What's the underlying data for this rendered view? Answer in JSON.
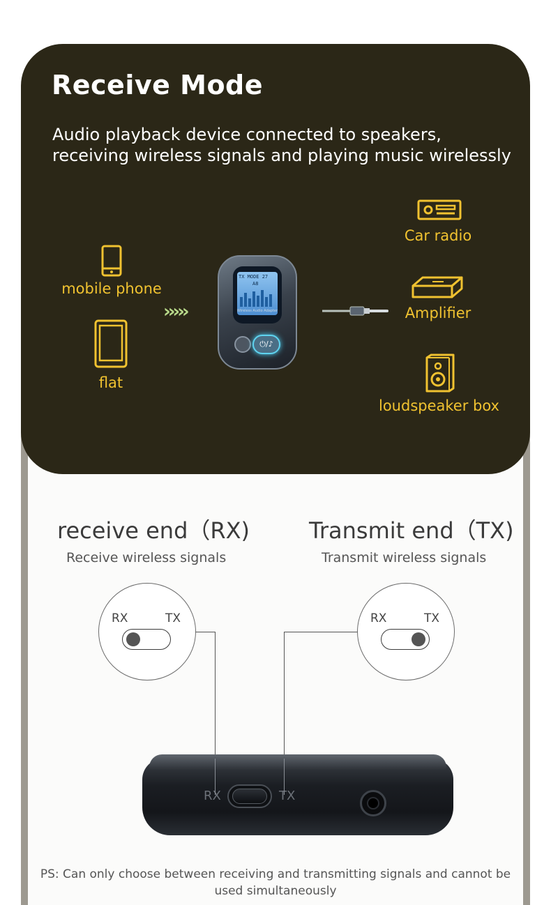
{
  "header": {
    "title": "Receive Mode",
    "description": "Audio playback device connected to speakers, receiving wireless signals and playing music wirelessly"
  },
  "sources": [
    {
      "label": "mobile phone",
      "icon": "mobile-phone-icon"
    },
    {
      "label": "flat",
      "icon": "tablet-icon"
    }
  ],
  "outputs": [
    {
      "label": "Car radio",
      "icon": "car-radio-icon"
    },
    {
      "label": "Amplifier",
      "icon": "amplifier-icon"
    },
    {
      "label": "loudspeaker box",
      "icon": "speaker-icon"
    }
  ],
  "arrows": "›››››",
  "device": {
    "lcd_line1": "TX MODE 27",
    "lcd_line2": "A8",
    "brand_text": "Wireless Audio Adapter",
    "button_glyph": "⏻/♪"
  },
  "modes": {
    "rx": {
      "title": "receive end（RX)",
      "subtitle": "Receive wireless signals"
    },
    "tx": {
      "title": "Transmit end（TX)",
      "subtitle": "Transmit wireless signals"
    }
  },
  "switch": {
    "left_label": "RX",
    "right_label": "TX"
  },
  "product": {
    "rx_label": "RX",
    "tx_label": "TX"
  },
  "footnote": "PS: Can only choose between receiving and transmitting signals and cannot be used simultaneously",
  "colors": {
    "panel": "#2b2717",
    "accent": "#f0c230",
    "arrow": "#b8d98a",
    "frame": "#9d9990"
  }
}
